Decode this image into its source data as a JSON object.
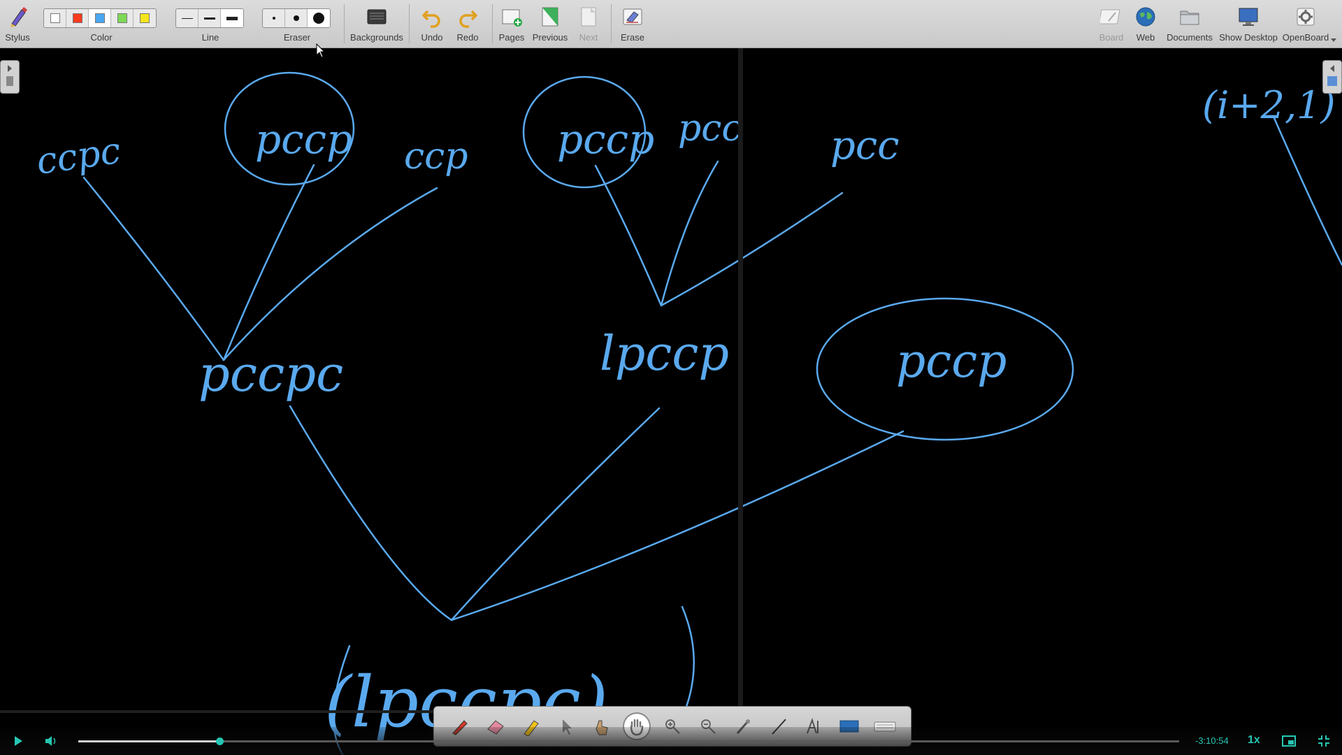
{
  "toolbar": {
    "stylus": "Stylus",
    "color": "Color",
    "line": "Line",
    "eraser": "Eraser",
    "backgrounds": "Backgrounds",
    "undo": "Undo",
    "redo": "Redo",
    "pages": "Pages",
    "previous": "Previous",
    "next": "Next",
    "erase": "Erase",
    "board": "Board",
    "web": "Web",
    "documents": "Documents",
    "show_desktop": "Show Desktop",
    "openboard": "OpenBoard",
    "colors": [
      "#ffffff",
      "#ff3b1f",
      "#4aa8f0",
      "#7ed957",
      "#f5e51b"
    ]
  },
  "board": {
    "ink_color": "#5aa9ee",
    "background": "#000000",
    "notes": {
      "top_left_1": "ccpc",
      "circled_1": "pccp",
      "top_left_2": "ccp",
      "circled_2": "pccp",
      "top_mid_1": "pcc",
      "top_mid_2": "pcc",
      "top_right": "(i+2,1)",
      "mid_left": "pccpc",
      "mid_center": "lpccp",
      "circled_3": "pccp",
      "bottom": "(lpccpc)"
    }
  },
  "player": {
    "time_remaining": "-3:10:54",
    "speed": "1x",
    "progress": 0.128
  }
}
